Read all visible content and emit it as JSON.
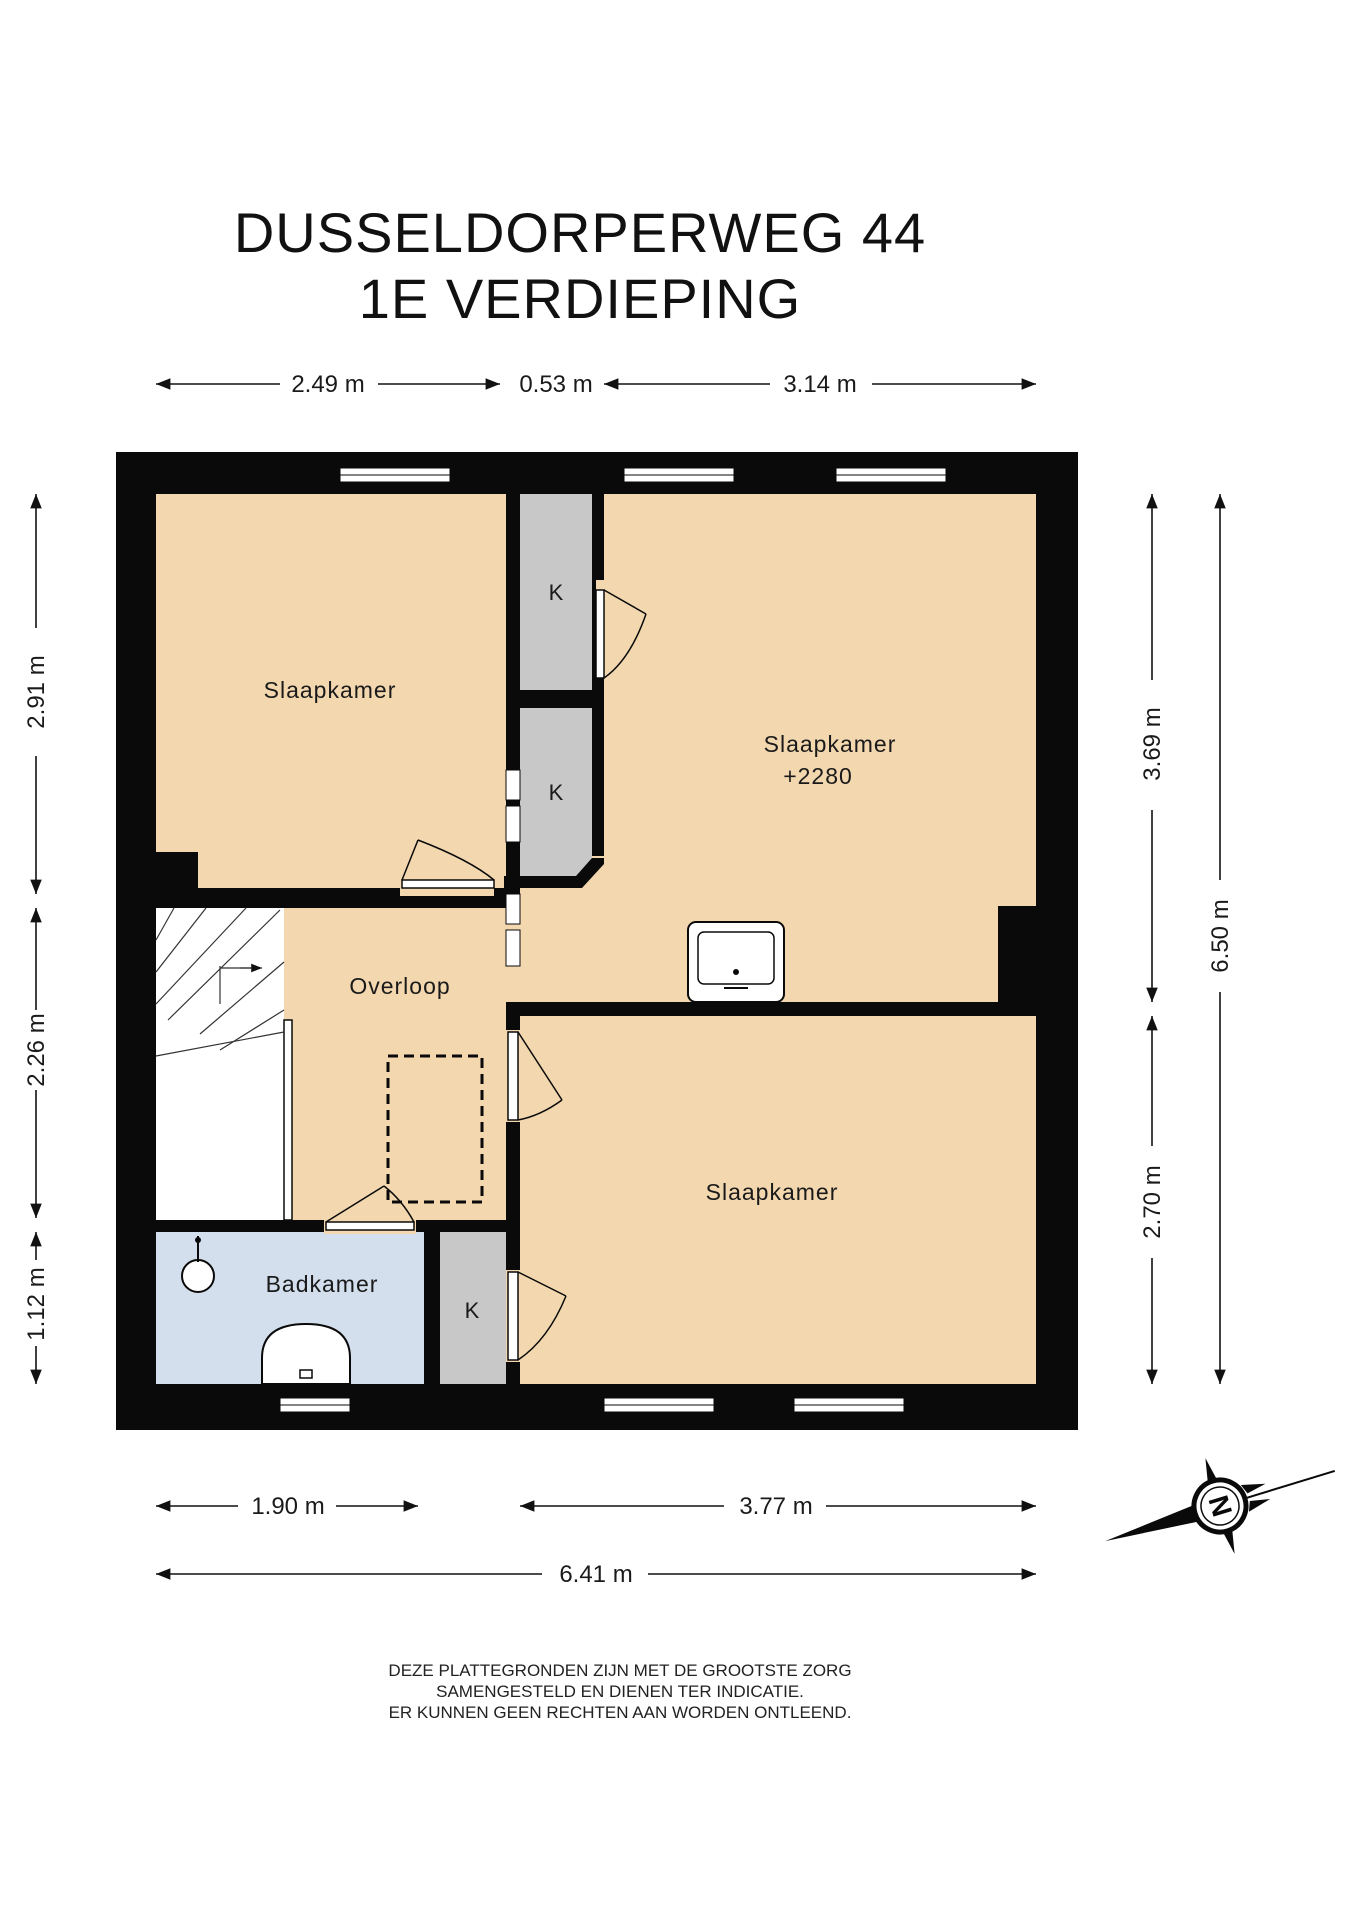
{
  "title": {
    "line1": "DUSSELDORPERWEG 44",
    "line2": "1E VERDIEPING"
  },
  "rooms": {
    "bedroom_nw": "Slaapkamer",
    "bedroom_ne": "Slaapkamer",
    "bedroom_ne_level": "+2280",
    "bedroom_se": "Slaapkamer",
    "landing": "Overloop",
    "bathroom": "Badkamer",
    "closet_1": "K",
    "closet_2": "K",
    "closet_3": "K"
  },
  "dimensions": {
    "top_left": "2.49 m",
    "top_mid": "0.53 m",
    "top_right": "3.14 m",
    "left_top": "2.91 m",
    "left_mid": "2.26 m",
    "left_bottom": "1.12 m",
    "right_upper": "3.69 m",
    "right_lower": "2.70 m",
    "right_total": "6.50 m",
    "bottom_left": "1.90 m",
    "bottom_right": "3.77 m",
    "bottom_total": "6.41 m"
  },
  "compass": {
    "letter": "N"
  },
  "disclaimer": {
    "line1": "DEZE PLATTEGRONDEN ZIJN MET DE GROOTSTE ZORG",
    "line2": "SAMENGESTELD EN DIENEN TER INDICATIE.",
    "line3": "ER KUNNEN GEEN RECHTEN AAN WORDEN ONTLEEND."
  },
  "colors": {
    "room_fill": "#f2d7af",
    "bath_fill": "#d3dfec",
    "closet_fill": "#c8c8c8",
    "wall": "#0a0a0a",
    "stair_fill": "#ffffff"
  }
}
